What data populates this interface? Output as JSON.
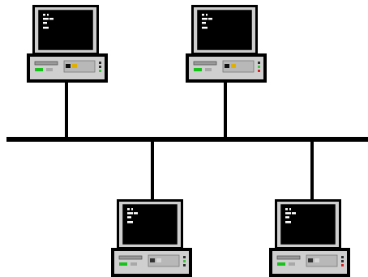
{
  "diagram": {
    "topology": "bus",
    "backbone": {
      "color": "#000000"
    },
    "nodes": [
      {
        "id": "pc-1",
        "row": "top",
        "power_light": "#17c21a",
        "drive_light": "#111111",
        "disk_light": "#e0b000",
        "status_lights": [
          "#2a2a2a",
          "#2a2a2a",
          "#3cc43c"
        ]
      },
      {
        "id": "pc-2",
        "row": "top",
        "power_light": "#17c21a",
        "drive_light": "#111111",
        "disk_light": "#e0b000",
        "status_lights": [
          "#2a2a2a",
          "#3cc43c",
          "#d82020"
        ]
      },
      {
        "id": "pc-3",
        "row": "bottom",
        "power_light": "#17c21a",
        "drive_light": "#333333",
        "disk_light": "#d6d6d6",
        "status_lights": [
          "#2a2a2a",
          "#3cc43c",
          "#2a2a2a"
        ]
      },
      {
        "id": "pc-4",
        "row": "bottom",
        "power_light": "#17c21a",
        "drive_light": "#333333",
        "disk_light": "#d6d6d6",
        "status_lights": [
          "#2a2a2a",
          "#2a2a2a",
          "#d82020"
        ]
      }
    ],
    "colors": {
      "monitor_frame": "#000000",
      "monitor_bezel": "#cfcfcf",
      "screen": "#000000",
      "screen_text": "#ffffff",
      "case_body": "#cfcfcf",
      "case_outline": "#000000",
      "drive_slot": "#9a9a9a"
    }
  }
}
